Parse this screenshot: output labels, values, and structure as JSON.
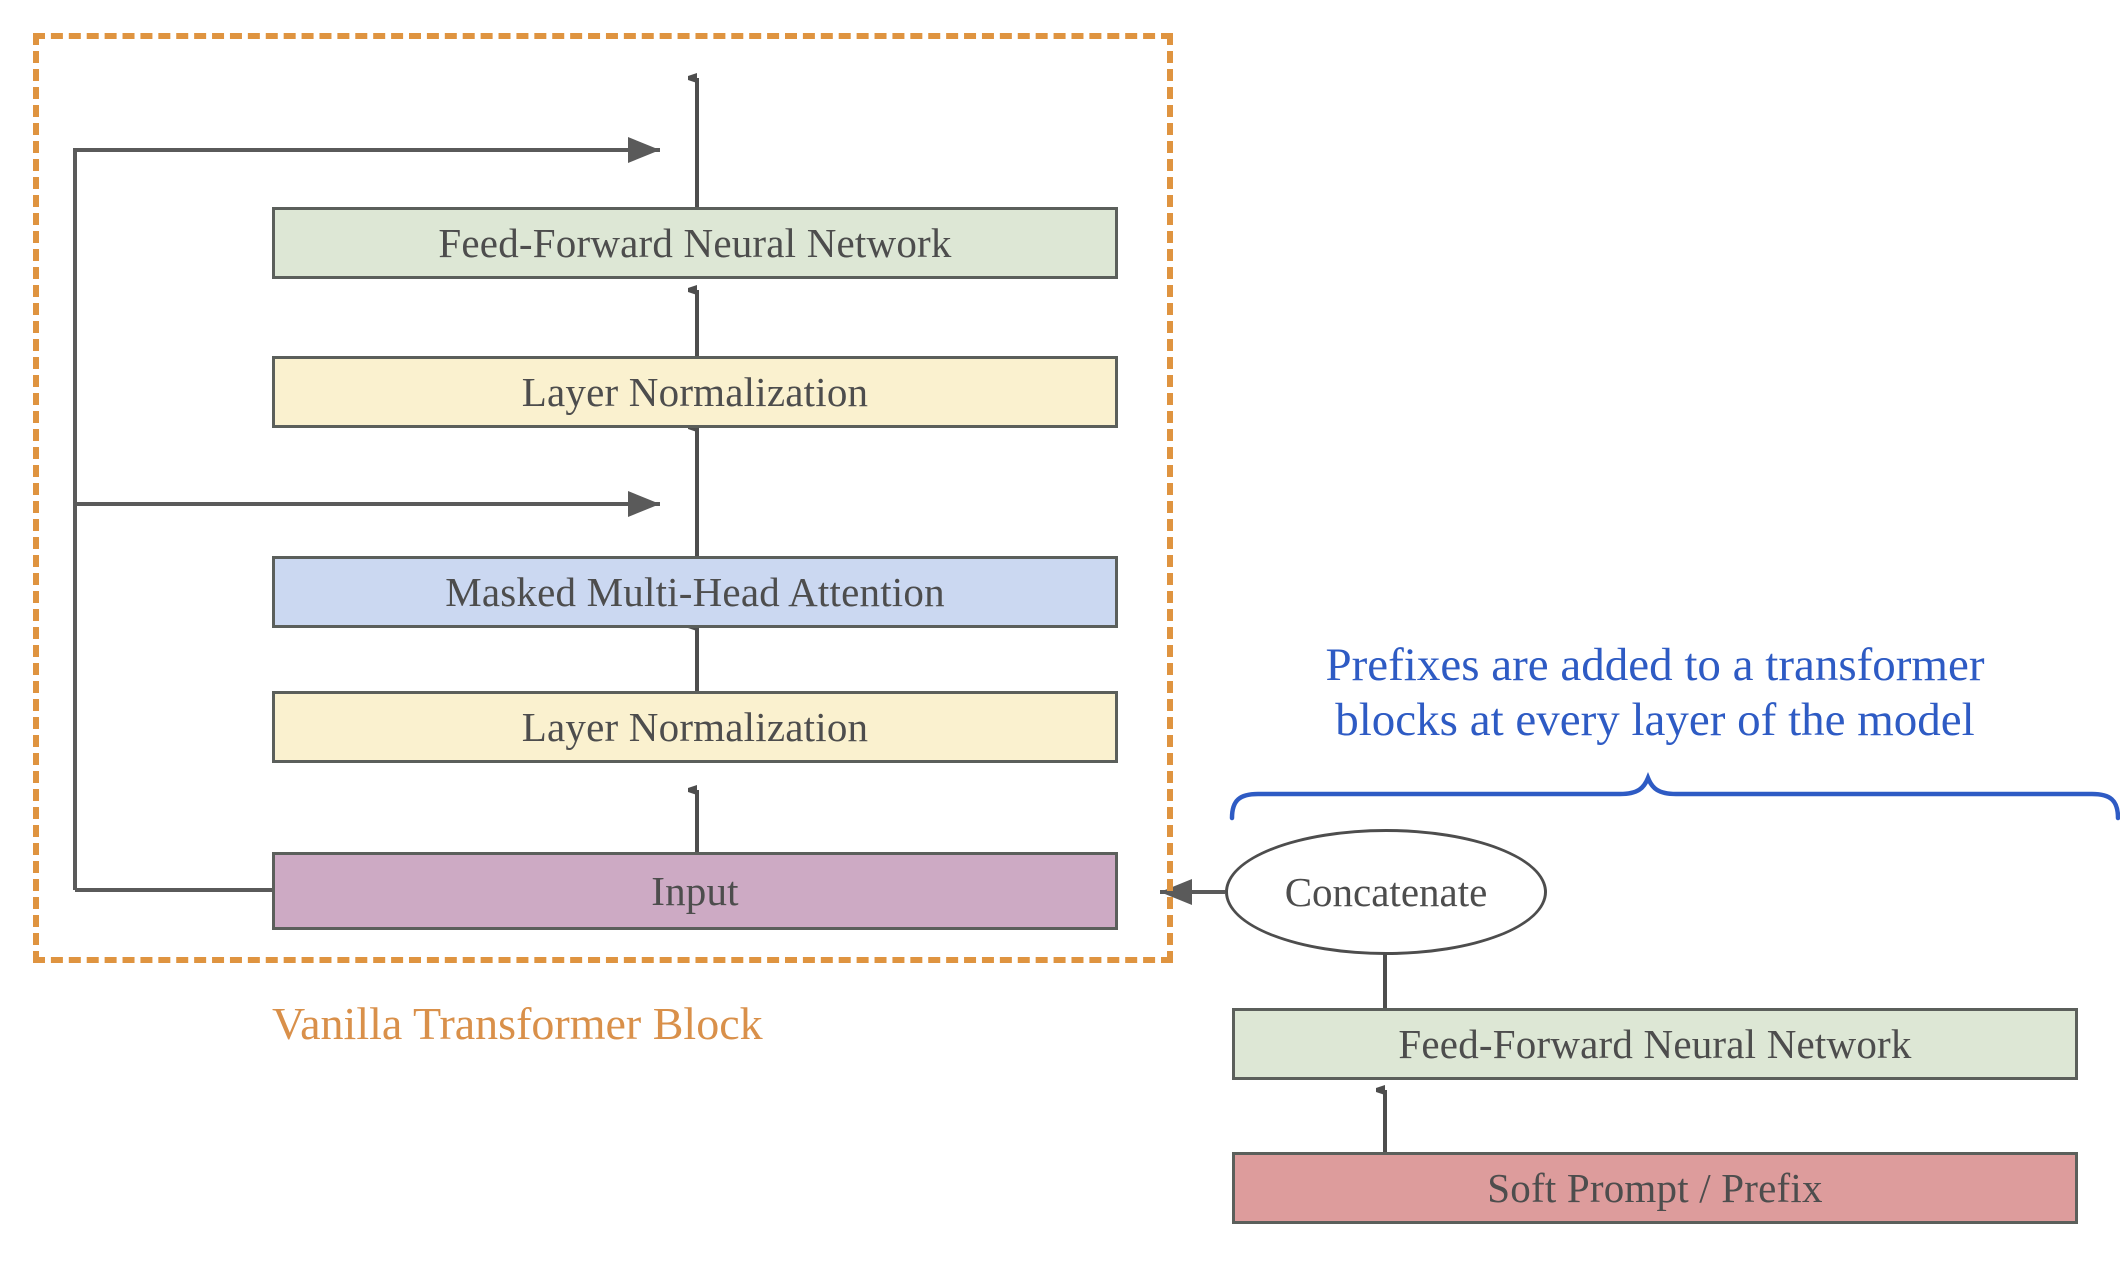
{
  "diagram": {
    "title_caption": "Vanilla Transformer Block",
    "annotation": "Prefixes are added to a transformer blocks at every layer of the model",
    "annotation_line1": "Prefixes are added to a transformer",
    "annotation_line2": "blocks at every layer of the model",
    "colors": {
      "green_fill": "#dde7d5",
      "cream_fill": "#faf1cf",
      "blue_fill": "#cbd8f1",
      "purple_fill": "#cdaac4",
      "salmon_fill": "#dd9c9c",
      "node_stroke": "#5b5f5b",
      "edge_stroke": "#4d4d4d",
      "group_dash": "#df9440",
      "caption_orange": "#d9904a",
      "annotation_blue": "#2e5bc4",
      "background": "#ffffff"
    },
    "transformer_block": {
      "group_label": "Vanilla Transformer Block",
      "nodes": [
        {
          "id": "ffn-top",
          "label": "Feed-Forward Neural Network",
          "fill": "green"
        },
        {
          "id": "layernorm-2",
          "label": "Layer Normalization",
          "fill": "cream"
        },
        {
          "id": "mmha",
          "label": "Masked Multi-Head Attention",
          "fill": "blue"
        },
        {
          "id": "layernorm-1",
          "label": "Layer Normalization",
          "fill": "cream"
        },
        {
          "id": "input",
          "label": "Input",
          "fill": "purple"
        }
      ]
    },
    "prefix_branch": {
      "nodes": [
        {
          "id": "concatenate",
          "label": "Concatenate",
          "shape": "ellipse"
        },
        {
          "id": "ffn-prefix",
          "label": "Feed-Forward Neural Network",
          "fill": "green"
        },
        {
          "id": "soft-prompt",
          "label": "Soft Prompt / Prefix",
          "fill": "salmon"
        }
      ]
    },
    "edges": [
      {
        "from": "input",
        "to": "layernorm-1",
        "type": "arrow-up"
      },
      {
        "from": "layernorm-1",
        "to": "mmha",
        "type": "arrow-up"
      },
      {
        "from": "mmha",
        "to": "layernorm-2",
        "type": "arrow-up"
      },
      {
        "from": "layernorm-2",
        "to": "ffn-top",
        "type": "arrow-up"
      },
      {
        "from": "ffn-top",
        "to": "block-output",
        "type": "arrow-up"
      },
      {
        "from": "input",
        "to": "residual-1",
        "type": "residual-skip"
      },
      {
        "from": "input",
        "to": "residual-2",
        "type": "residual-skip"
      },
      {
        "from": "soft-prompt",
        "to": "ffn-prefix",
        "type": "arrow-up"
      },
      {
        "from": "ffn-prefix",
        "to": "concatenate",
        "type": "arrow-up"
      },
      {
        "from": "concatenate",
        "to": "input",
        "type": "arrow-left"
      }
    ]
  }
}
